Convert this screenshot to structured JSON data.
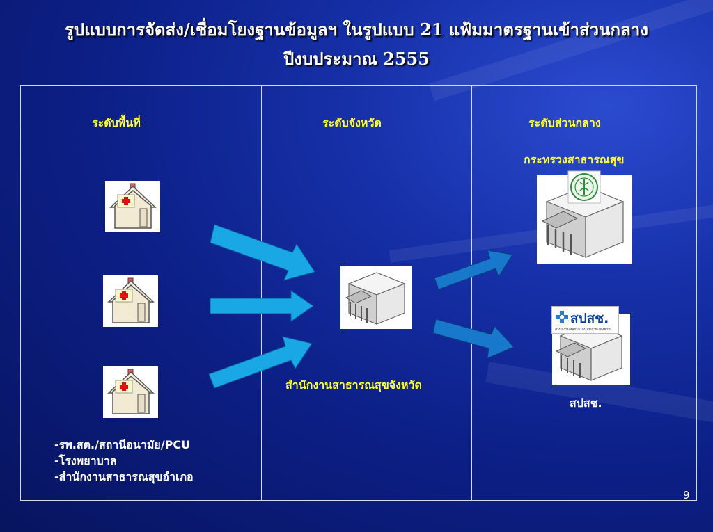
{
  "slide": {
    "title_line1": "รูปแบบการจัดส่ง/เชื่อมโยงฐานข้อมูลฯ ในรูปแบบ 21 แฟ้มมาตรฐานเข้าส่วนกลาง",
    "title_line2": "ปีงบประมาณ 2555",
    "page_number": "9"
  },
  "columns": {
    "area": {
      "header": "ระดับพื้นที่",
      "items": [
        "-รพ.สต./สถานีอนามัย/PCU",
        "-โรงพยาบาล",
        "-สำนักงานสาธารณสุขอำเภอ"
      ]
    },
    "province": {
      "header": "ระดับจังหวัด",
      "office_label": "สำนักงานสาธารณสุขจังหวัด"
    },
    "central": {
      "header": "ระดับส่วนกลาง",
      "moph_label": "กระทรวงสาธารณสุข",
      "nhso_label": "สปสช.",
      "nhso_logo_text": "สปสช.",
      "nhso_logo_subtext": "สำนักงานหลักประกันสุขภาพแห่งชาติ"
    }
  },
  "icons": {
    "health_station": "house-medical-cross-icon",
    "provincial_office": "building-icon",
    "moph_building": "building-icon",
    "nhso_building": "building-icon",
    "arrow": "arrow-right-icon"
  },
  "colors": {
    "background": "#0c1f86",
    "header_text": "#ffff33",
    "body_text": "#ffffff",
    "arrow_left": "#1aa7e6",
    "arrow_right": "#1878cc",
    "cross": "#e01010"
  }
}
